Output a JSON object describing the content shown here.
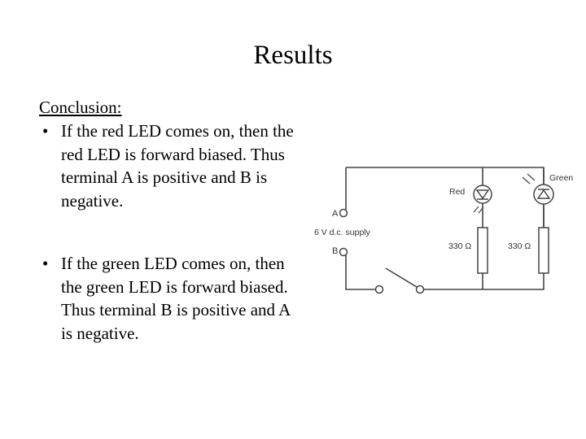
{
  "slide": {
    "title": "Results",
    "heading": "Conclusion:",
    "bullets": [
      {
        "symbol": "•",
        "text": "If the red LED comes on, then the red LED is forward biased. Thus terminal A is positive and B is negative."
      },
      {
        "symbol": "•",
        "text": "If the green LED comes on, then the green LED is forward biased. Thus terminal B is positive and A is negative."
      }
    ]
  },
  "circuit": {
    "terminal_a": "A",
    "terminal_b": "B",
    "supply_label": "6 V d.c. supply",
    "led_red_label": "Red",
    "led_green_label": "Green",
    "resistor_left_label": "330 Ω",
    "resistor_right_label": "330 Ω"
  }
}
